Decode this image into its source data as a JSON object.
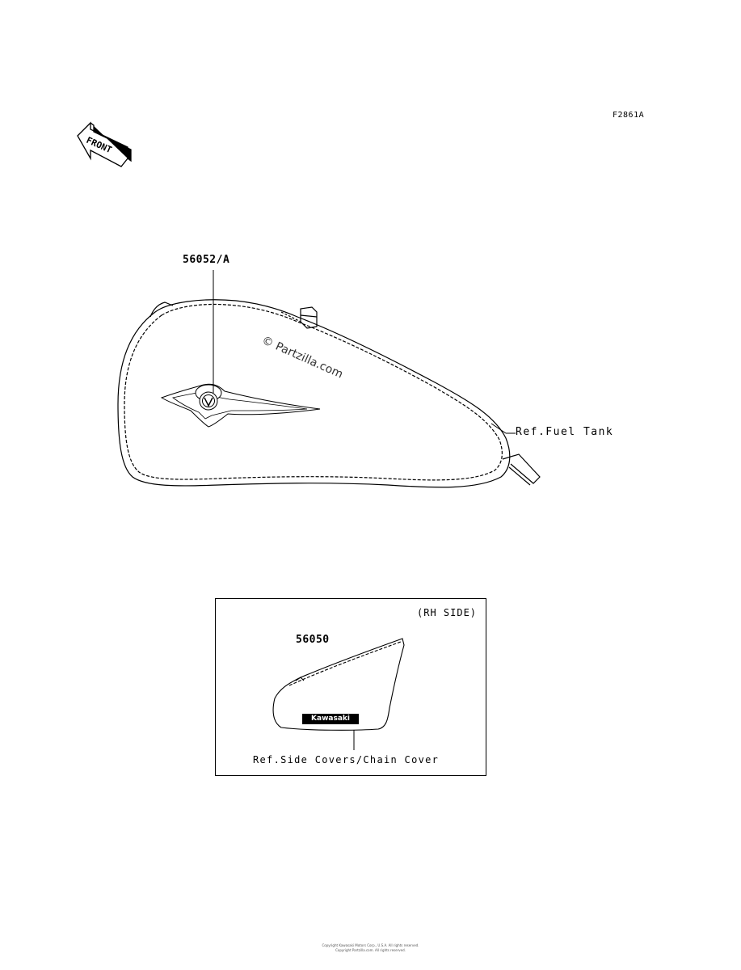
{
  "figure_id": "F2861A",
  "front_arrow": {
    "label": "FRONT",
    "icon": "front-arrow-icon"
  },
  "fuel_tank": {
    "part_number": "56052/A",
    "reference": "Ref.Fuel Tank",
    "watermark": "© Partzilla.com"
  },
  "inset": {
    "side": "(RH SIDE)",
    "part_number": "56050",
    "brand": "Kawasaki",
    "reference": "Ref.Side Covers/Chain Cover"
  },
  "footer": {
    "line1": "Copyright Kawasaki Motors Corp., U.S.A. All rights reserved.",
    "line2": "Copyright Partzilla.com. All rights reserved."
  }
}
